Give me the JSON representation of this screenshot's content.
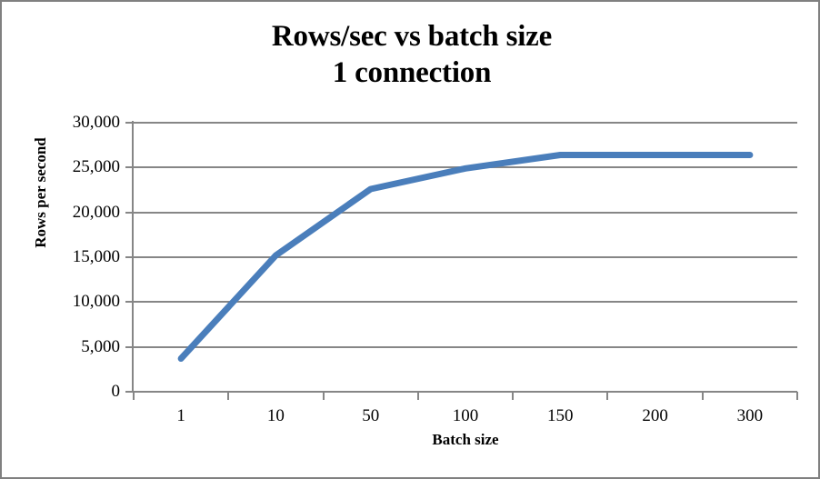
{
  "chart_data": {
    "type": "line",
    "title": "Rows/sec vs batch size\n1 connection",
    "title_line1": "Rows/sec vs batch size",
    "title_line2": "1 connection",
    "xlabel": "Batch size",
    "ylabel": "Rows per second",
    "categories": [
      "1",
      "10",
      "50",
      "100",
      "150",
      "200",
      "300"
    ],
    "series": [
      {
        "name": "Rows per second",
        "color": "#4A7EBB",
        "values": [
          3700,
          15200,
          22600,
          24900,
          26400,
          26400,
          26400
        ]
      }
    ],
    "ylim": [
      0,
      30000
    ],
    "ytick_values": [
      0,
      5000,
      10000,
      15000,
      20000,
      25000,
      30000
    ],
    "ytick_labels": [
      "0",
      "5,000",
      "10,000",
      "15,000",
      "20,000",
      "25,000",
      "30,000"
    ],
    "grid": "horizontal",
    "legend": "none",
    "gridline_color": "#868686",
    "axis_color": "#868686",
    "border_color": "#808080",
    "background": "#ffffff"
  }
}
